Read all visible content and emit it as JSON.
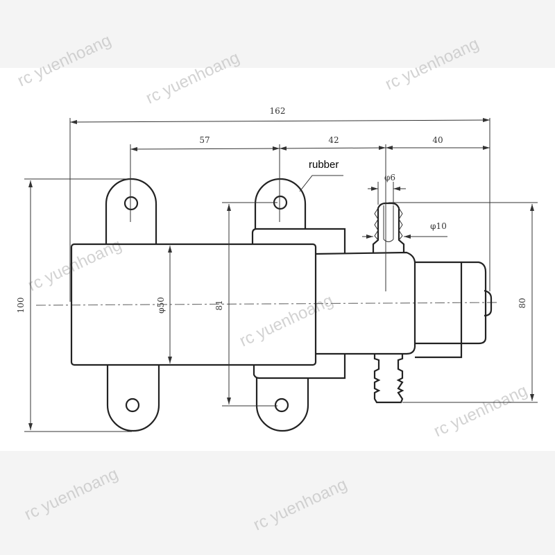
{
  "drawing": {
    "dimensions": {
      "overall_length": "162",
      "lug_spacing": "57",
      "lug_to_outlet": "42",
      "outlet_to_end": "40",
      "overall_height": "100",
      "body_diameter": "φ50",
      "lug_hole_spacing": "81",
      "port_spacing": "80",
      "barb_inner_diameter": "φ6",
      "barb_outer_diameter": "φ10"
    },
    "callout": "rubber"
  },
  "watermark": "rc yuenhoang"
}
